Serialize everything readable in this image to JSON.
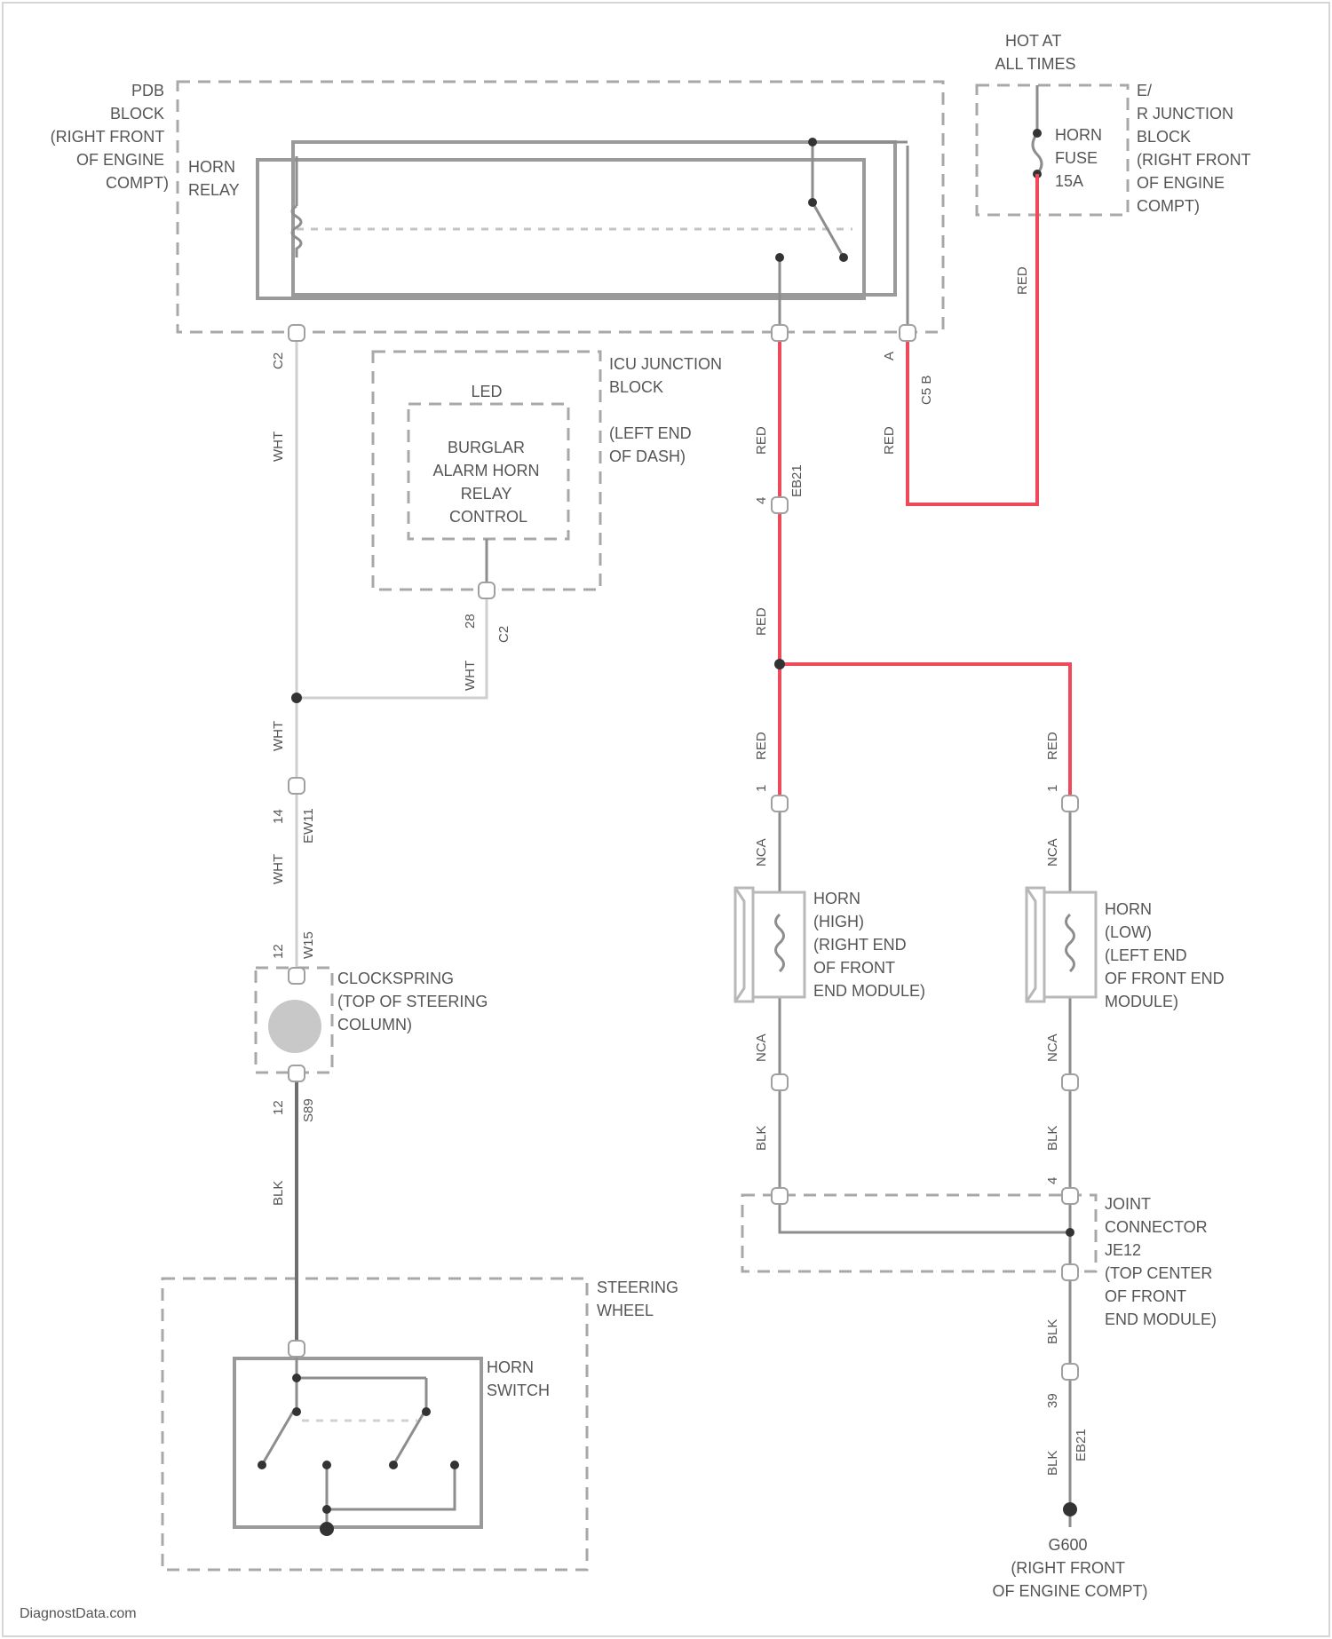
{
  "components": {
    "pdb_block": [
      "PDB",
      "BLOCK",
      "(RIGHT FRONT",
      "OF ENGINE",
      "COMPT)"
    ],
    "horn_relay": [
      "HORN",
      "RELAY"
    ],
    "hot_at_all_times": [
      "HOT AT",
      "ALL TIMES"
    ],
    "horn_fuse": [
      "HORN",
      "FUSE",
      "15A"
    ],
    "r_junction_block": [
      "E/",
      "R JUNCTION",
      "BLOCK",
      "(RIGHT FRONT",
      "OF ENGINE",
      "COMPT)"
    ],
    "icu_junction_block": [
      "ICU JUNCTION",
      "BLOCK",
      "(LEFT END",
      "OF DASH)"
    ],
    "led": "LED",
    "burglar_alarm": [
      "BURGLAR",
      "ALARM HORN",
      "RELAY",
      "CONTROL"
    ],
    "clockspring": [
      "CLOCKSPRING",
      "(TOP OF STEERING",
      "COLUMN)"
    ],
    "steering_wheel": [
      "STEERING",
      "WHEEL"
    ],
    "horn_switch": [
      "HORN",
      "SWITCH"
    ],
    "horn_high": [
      "HORN",
      "(HIGH)",
      "(RIGHT END",
      "OF FRONT",
      "END MODULE)"
    ],
    "horn_low": [
      "HORN",
      "(LOW)",
      "(LEFT END",
      "OF FRONT END",
      "MODULE)"
    ],
    "joint_connector": [
      "JOINT",
      "CONNECTOR",
      "JE12",
      "(TOP CENTER",
      "OF FRONT",
      "END MODULE)"
    ],
    "ground": [
      "G600",
      "(RIGHT FRONT",
      "OF ENGINE COMPT)"
    ]
  },
  "wire_labels": {
    "wht_relay": "WHT",
    "wht_led": "WHT",
    "wht_splice": "WHT",
    "wht_clock": "WHT",
    "blk_switch": "BLK",
    "red_fuse": "RED",
    "red_pdb_right": "RED",
    "red_relay_1": "RED",
    "red_relay_2": "RED",
    "red_horn_high": "RED",
    "red_horn_low": "RED",
    "nca_high_top": "NCA",
    "nca_high_bot": "NCA",
    "nca_low_top": "NCA",
    "nca_low_bot": "NCA",
    "blk_high": "BLK",
    "blk_low": "BLK",
    "blk_je_1": "BLK",
    "blk_je_2": "BLK"
  },
  "connector_labels": {
    "c_pdb_left": "C2",
    "c_pdb_right": "C5 B",
    "c_pdb_right_pin": "A",
    "c_led": "C2",
    "c_led_pin": "28",
    "c_red_relay": "EB21",
    "c_red_relay_pin": "4",
    "c_clock_top": "EW11",
    "c_clock_top_pin": "14",
    "c_clock_in": "W15",
    "c_clock_in_pin": "12",
    "c_clock_out": "S89",
    "c_clock_out_pin": "12",
    "c_horn_high_pin": "1",
    "c_horn_low_pin": "1",
    "c_je_pin": "4",
    "c_ground": "EB21",
    "c_ground_pin": "39"
  },
  "footer": {
    "watermark": "DiagnostData.com"
  }
}
